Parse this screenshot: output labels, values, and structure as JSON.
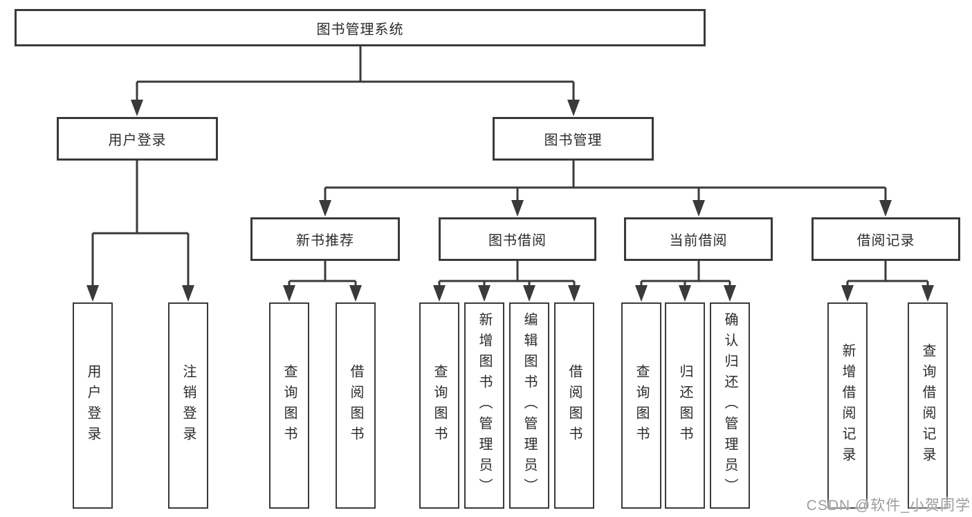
{
  "diagram": {
    "root": {
      "label": "图书管理系统"
    },
    "level1": [
      {
        "label": "用户登录"
      },
      {
        "label": "图书管理"
      }
    ],
    "level2": [
      {
        "label": "新书推荐"
      },
      {
        "label": "图书借阅"
      },
      {
        "label": "当前借阅"
      },
      {
        "label": "借阅记录"
      }
    ],
    "leaves": [
      {
        "label": "用户登录"
      },
      {
        "label": "注销登录"
      },
      {
        "label": "查询图书"
      },
      {
        "label": "借阅图书"
      },
      {
        "label": "查询图书"
      },
      {
        "label": "新增图书（管理员）"
      },
      {
        "label": "编辑图书（管理员）"
      },
      {
        "label": "借阅图书"
      },
      {
        "label": "查询图书"
      },
      {
        "label": "归还图书"
      },
      {
        "label": "确认归还（管理员）"
      },
      {
        "label": "新增借阅记录"
      },
      {
        "label": "查询借阅记录"
      }
    ],
    "watermark": "CSDN @软件_小贺同学",
    "colors": {
      "line": "#3a3a3a",
      "text": "#2b2b2b",
      "watermark": "#9c9c9c",
      "background": "#ffffff"
    }
  }
}
